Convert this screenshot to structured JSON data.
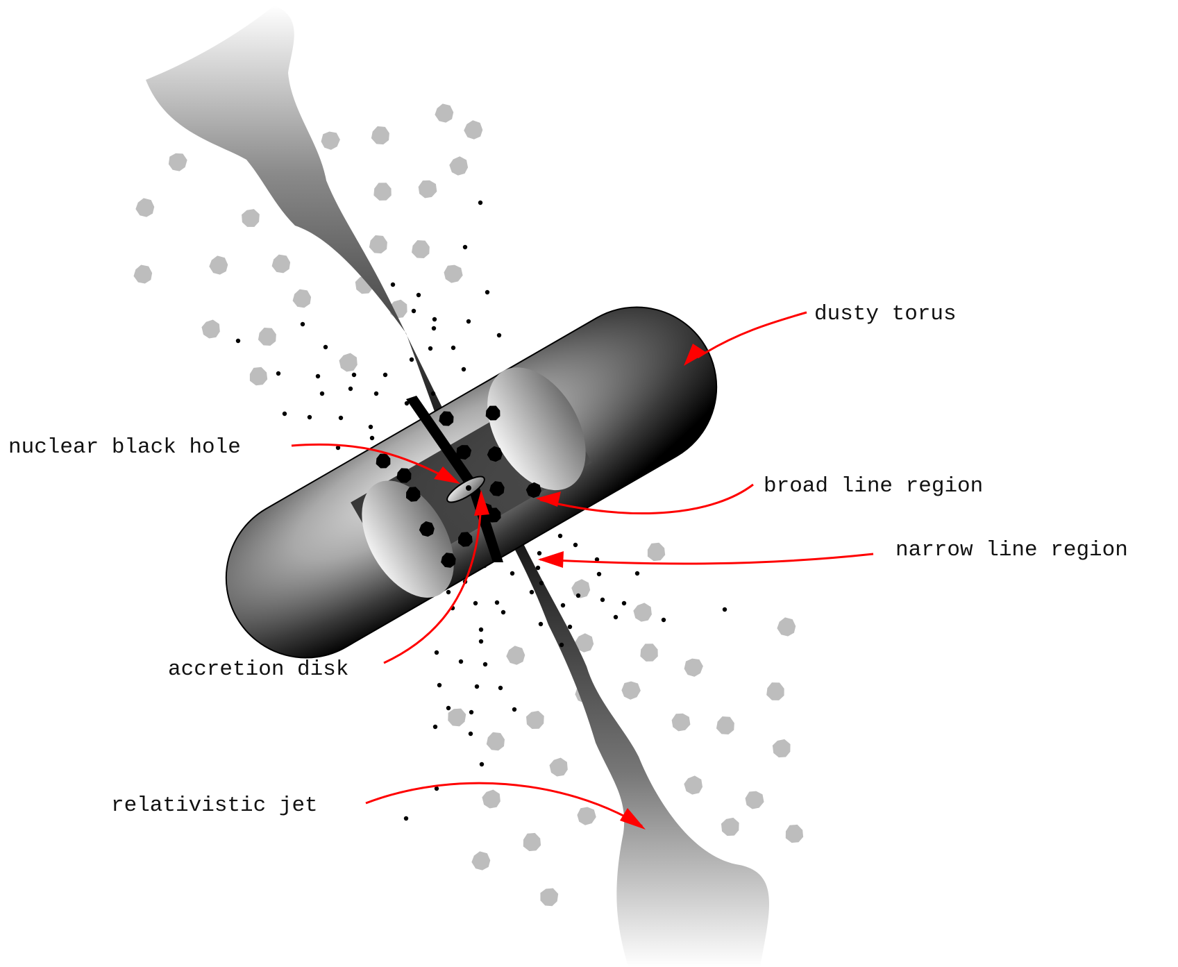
{
  "labels": {
    "dusty_torus": "dusty torus",
    "nuclear_black_hole": "nuclear black hole",
    "broad_line_region": "broad line region",
    "narrow_line_region": "narrow line region",
    "accretion_disk": "accretion disk",
    "relativistic_jet": "relativistic jet"
  },
  "colors": {
    "arrow": "#ff0000",
    "narrow_line_cloud": "#bdbdbd",
    "broad_line_cloud": "#000000",
    "text": "#111111"
  },
  "icons": {
    "arrow_head": "arrow-head-icon",
    "cloud": "cloud-blob-icon"
  }
}
